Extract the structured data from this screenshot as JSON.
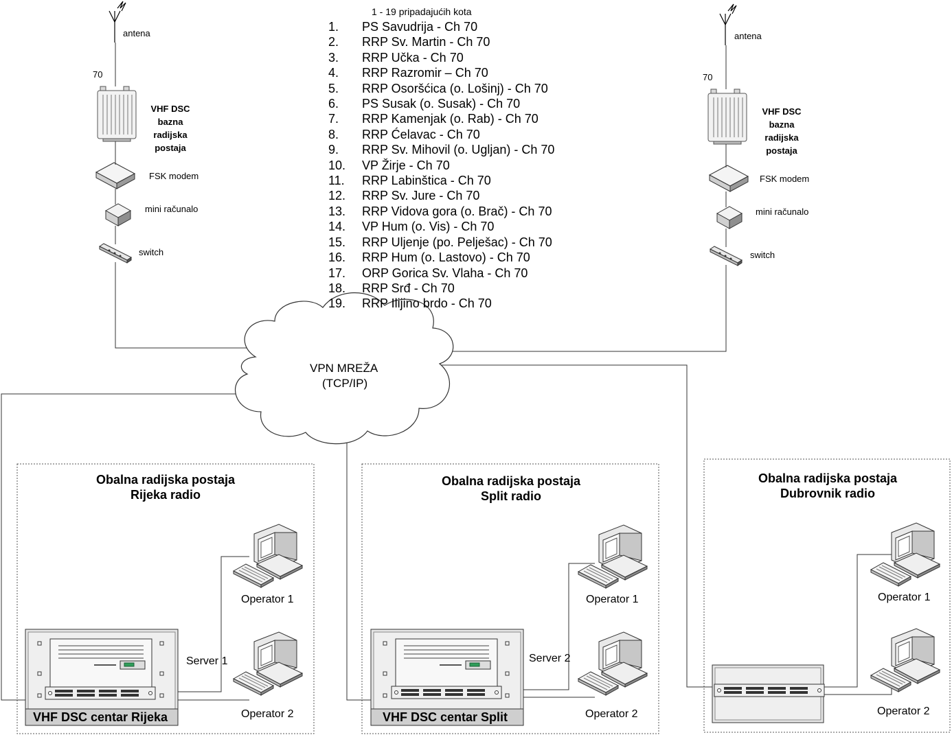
{
  "header": {
    "caption": "1 - 19 pripadajućih kota"
  },
  "stations": [
    {
      "num": "1.",
      "label": "PS Savudrija - Ch 70"
    },
    {
      "num": "2.",
      "label": "RRP Sv. Martin - Ch 70"
    },
    {
      "num": "3.",
      "label": "RRP Učka - Ch 70"
    },
    {
      "num": "4.",
      "label": "RRP Razromir – Ch 70"
    },
    {
      "num": "5.",
      "label": "RRP Osoršćica (o. Lošinj) - Ch 70"
    },
    {
      "num": "6.",
      "label": "PS Susak (o. Susak) - Ch 70"
    },
    {
      "num": "7.",
      "label": "RRP Kamenjak (o. Rab) - Ch 70"
    },
    {
      "num": "8.",
      "label": "RRP Ćelavac - Ch 70"
    },
    {
      "num": "9.",
      "label": "RRP Sv. Mihovil (o. Ugljan) - Ch 70"
    },
    {
      "num": "10.",
      "label": "VP Žirje - Ch 70"
    },
    {
      "num": "11.",
      "label": "RRP Labinštica - Ch 70"
    },
    {
      "num": "12.",
      "label": "RRP Sv. Jure - Ch 70"
    },
    {
      "num": "13.",
      "label": "RRP Vidova gora (o. Brač) - Ch 70"
    },
    {
      "num": "14.",
      "label": "VP Hum (o. Vis) - Ch 70"
    },
    {
      "num": "15.",
      "label": "RRP Uljenje (po. Pelješac) - Ch 70"
    },
    {
      "num": "16.",
      "label": "RRP Hum (o. Lastovo) - Ch 70"
    },
    {
      "num": "17.",
      "label": "ORP Gorica Sv. Vlaha - Ch 70"
    },
    {
      "num": "18.",
      "label": "RRP Srđ - Ch 70"
    },
    {
      "num": "19.",
      "label": "RRP Ilijino brdo - Ch 70"
    }
  ],
  "left_chain": {
    "antenna": "antena",
    "channel": "70",
    "base_station": [
      "VHF DSC",
      "bazna",
      "radijska",
      "postaja"
    ],
    "modem": "FSK modem",
    "computer": "mini računalo",
    "switch": "switch"
  },
  "right_chain": {
    "antenna": "antena",
    "channel": "70",
    "base_station": [
      "VHF DSC",
      "bazna",
      "radijska",
      "postaja"
    ],
    "modem": "FSK modem",
    "computer": "mini računalo",
    "switch": "switch"
  },
  "cloud": {
    "line1": "VPN MREŽA",
    "line2": "(TCP/IP)"
  },
  "sites": [
    {
      "line1": "Obalna radijska postaja",
      "line2": "Rijeka radio",
      "server": "Server 1",
      "op1": "Operator 1",
      "op2": "Operator 2",
      "center": "VHF DSC centar Rijeka"
    },
    {
      "line1": "Obalna radijska postaja",
      "line2": "Split radio",
      "server": "Server 2",
      "op1": "Operator 1",
      "op2": "Operator 2",
      "center": "VHF DSC centar Split"
    },
    {
      "line1": "Obalna radijska postaja",
      "line2": "Dubrovnik radio",
      "op1": "Operator 1",
      "op2": "Operator 2"
    }
  ]
}
